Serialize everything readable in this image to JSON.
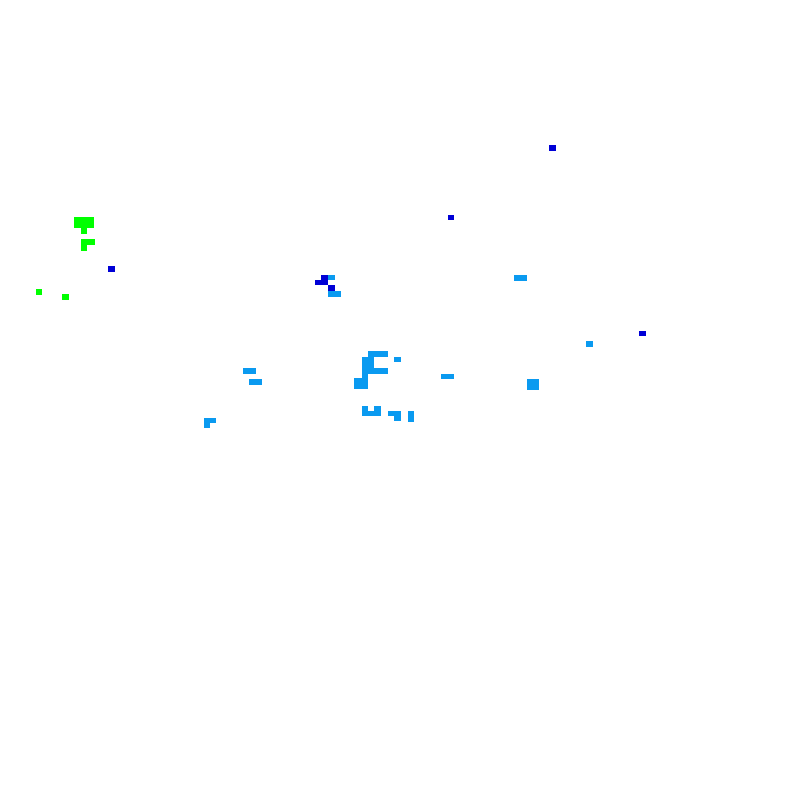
{
  "map": {
    "background_color": "#ffffff",
    "classes": [
      {
        "key": "green",
        "color": "#00ff00"
      },
      {
        "key": "dark_blue",
        "color": "#0000d6"
      },
      {
        "key": "light_blue",
        "color": "#0a9af0"
      }
    ]
  }
}
